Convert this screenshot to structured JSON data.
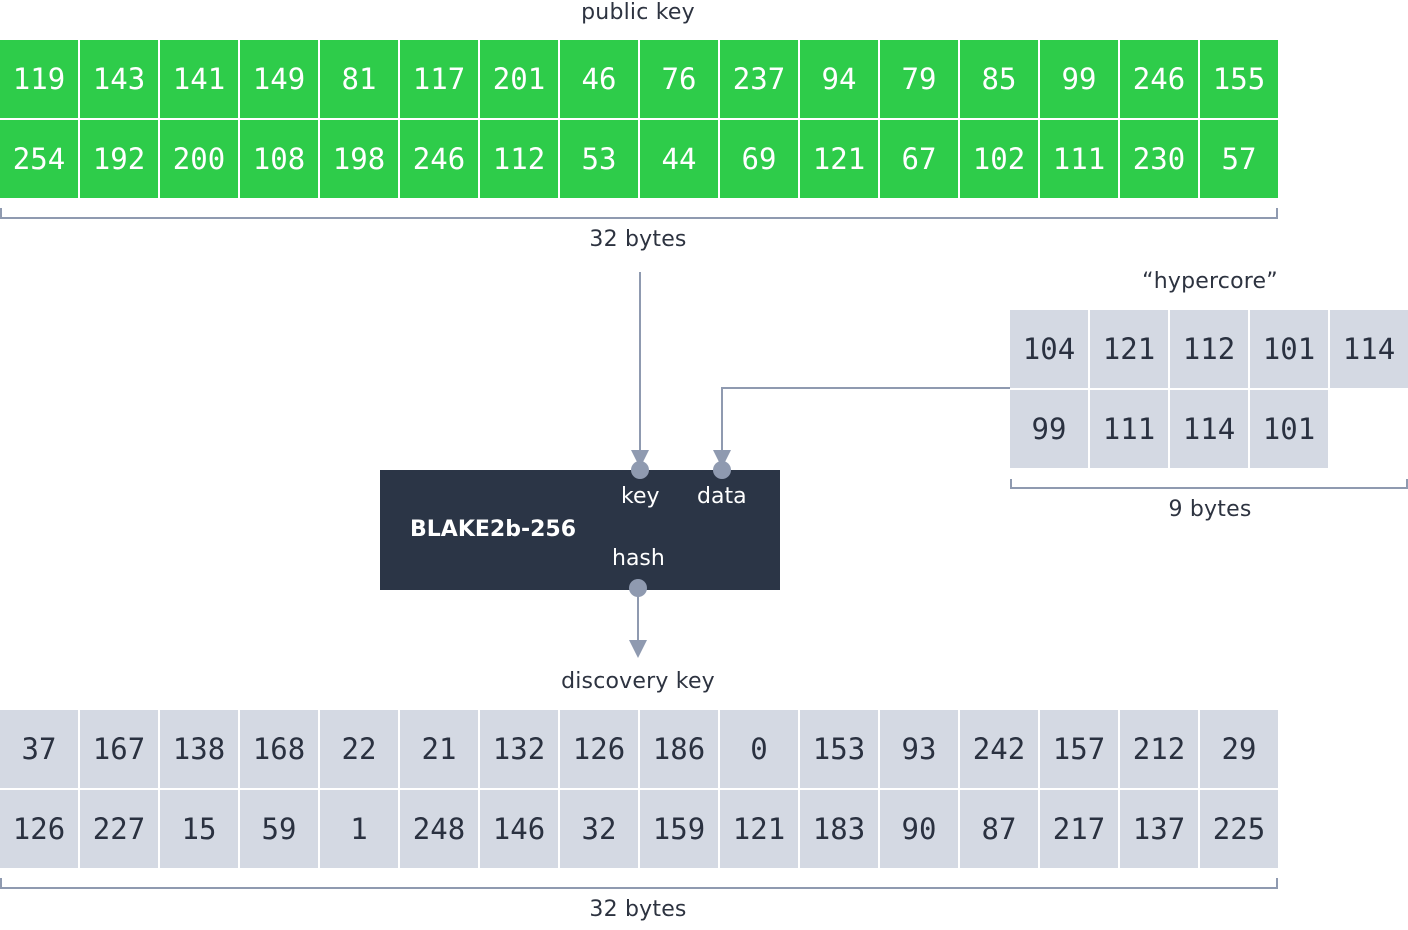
{
  "public_key": {
    "title": "public key",
    "bytes": [
      119,
      143,
      141,
      149,
      81,
      117,
      201,
      46,
      76,
      237,
      94,
      79,
      85,
      99,
      246,
      155,
      254,
      192,
      200,
      108,
      198,
      246,
      112,
      53,
      44,
      69,
      121,
      67,
      102,
      111,
      230,
      57
    ],
    "size_label": "32 bytes"
  },
  "hypercore": {
    "title": "“hypercore”",
    "bytes": [
      104,
      121,
      112,
      101,
      114,
      99,
      111,
      114,
      101
    ],
    "size_label": "9 bytes"
  },
  "hash_function": {
    "name": "BLAKE2b-256",
    "input_key_label": "key",
    "input_data_label": "data",
    "output_label": "hash"
  },
  "discovery_key": {
    "title": "discovery key",
    "bytes": [
      37,
      167,
      138,
      168,
      22,
      21,
      132,
      126,
      186,
      0,
      153,
      93,
      242,
      157,
      212,
      29,
      126,
      227,
      15,
      59,
      1,
      248,
      146,
      32,
      159,
      121,
      183,
      90,
      87,
      217,
      137,
      225
    ],
    "size_label": "32 bytes"
  },
  "colors": {
    "public_key_fill": "#2ecc4a",
    "byte_fill": "#d4d9e3",
    "hash_box": "#2b3546",
    "connector": "#8f9ab0"
  }
}
